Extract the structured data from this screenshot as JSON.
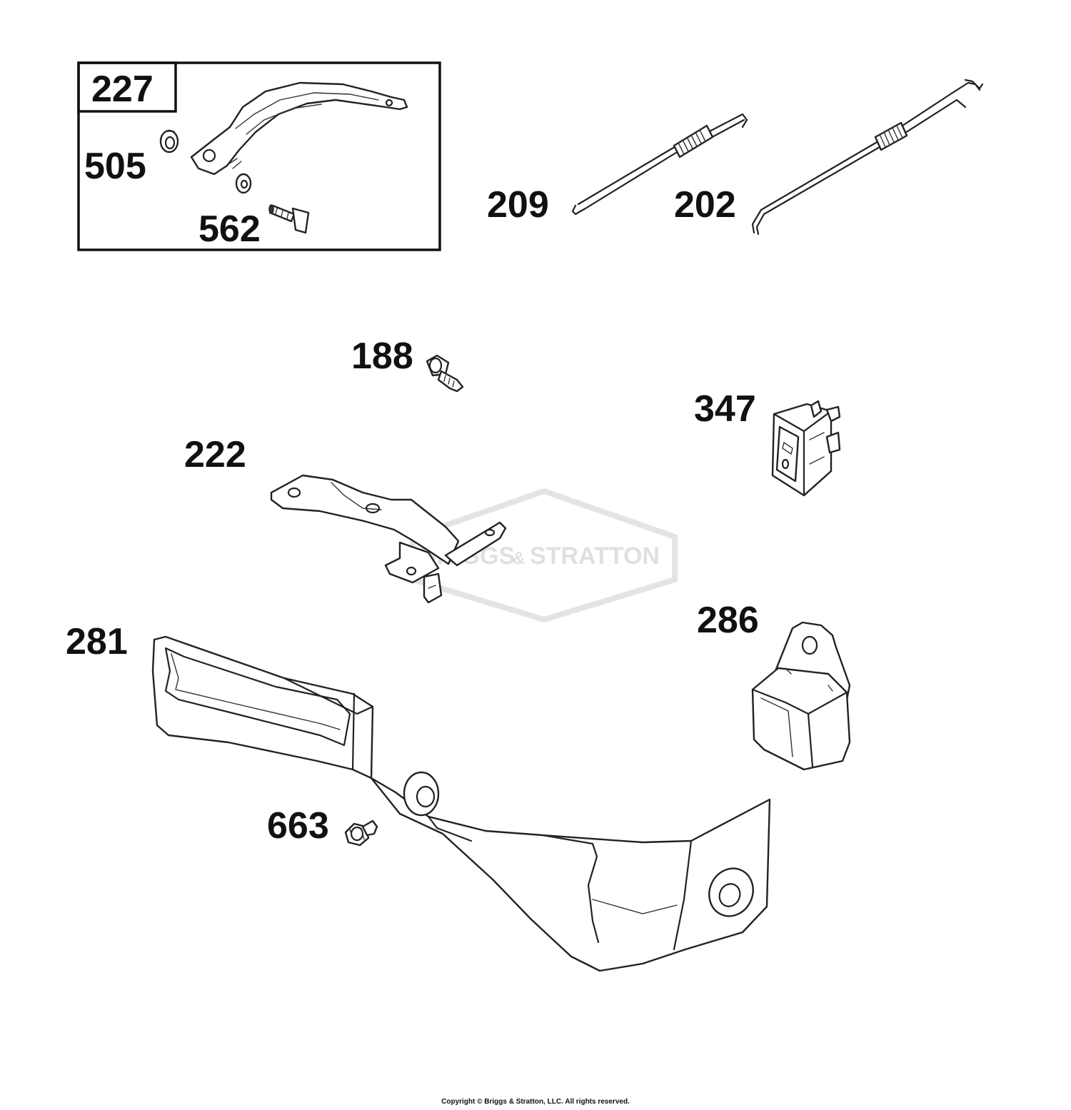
{
  "diagram": {
    "watermark": {
      "text_left": "BRIGGS",
      "text_amp": "&",
      "text_right": "STRATTON"
    },
    "inset_box": {
      "title_label": "227"
    },
    "labels": [
      {
        "id": "227",
        "text": "227"
      },
      {
        "id": "505",
        "text": "505"
      },
      {
        "id": "562",
        "text": "562"
      },
      {
        "id": "209",
        "text": "209"
      },
      {
        "id": "202",
        "text": "202"
      },
      {
        "id": "188",
        "text": "188"
      },
      {
        "id": "347",
        "text": "347"
      },
      {
        "id": "222",
        "text": "222"
      },
      {
        "id": "286",
        "text": "286"
      },
      {
        "id": "281",
        "text": "281"
      },
      {
        "id": "663",
        "text": "663"
      }
    ]
  },
  "footer": {
    "copyright": "Copyright © Briggs & Stratton, LLC. All rights reserved."
  }
}
